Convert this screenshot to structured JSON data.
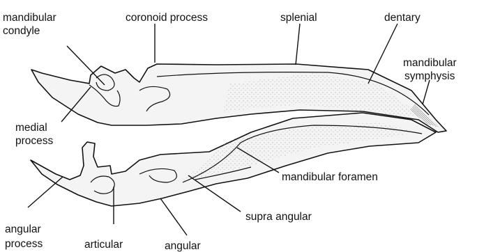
{
  "labels": {
    "mandibular_condyle": [
      "mandibular",
      "condyle"
    ],
    "coronoid_process": "coronoid process",
    "splenial": "splenial",
    "dentary": "dentary",
    "mandibular_symphysis": [
      "mandibular",
      "symphysis"
    ],
    "medial_process": [
      "medial",
      "process"
    ],
    "mandibular_foramen": "mandibular foramen",
    "supra_angular": "supra angular",
    "angular_process": [
      "angular",
      "process"
    ],
    "articular": "articular",
    "angular": "angular"
  },
  "colors": {
    "ink": "#111111",
    "bone_fill": "#f4f4f4",
    "stipple": "#8a8a8a"
  }
}
